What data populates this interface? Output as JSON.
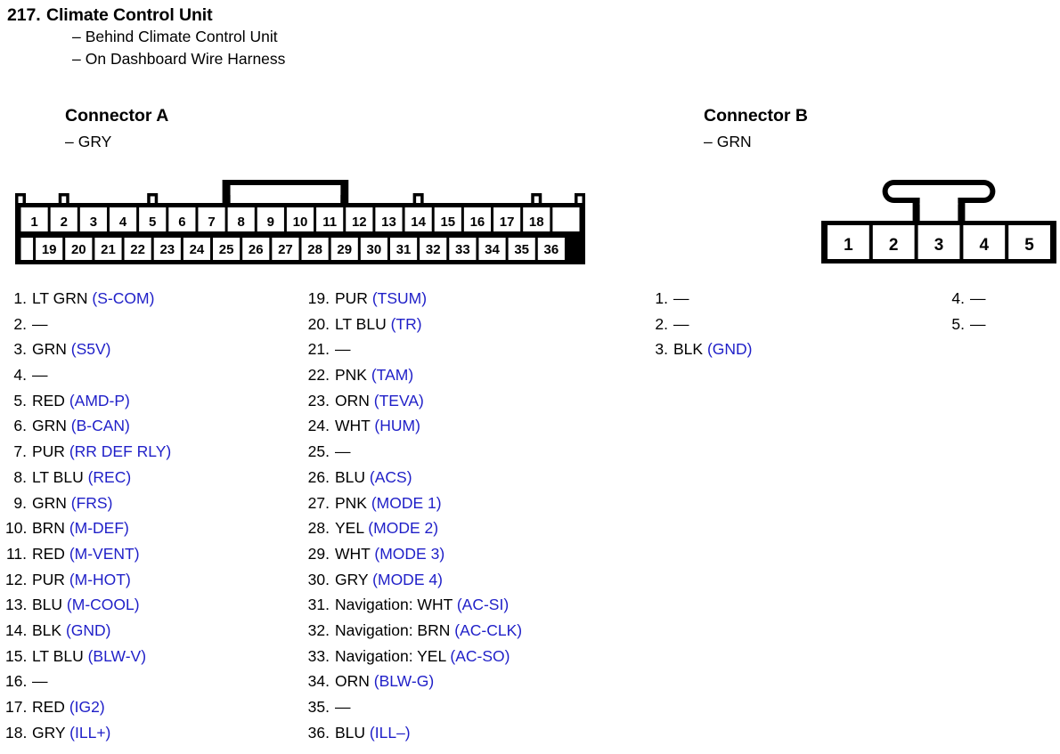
{
  "header": {
    "number": "217.",
    "title": "Climate Control Unit",
    "bullets": [
      {
        "dash": "–",
        "text": "Behind Climate Control Unit"
      },
      {
        "dash": "–",
        "text": "On Dashboard Wire Harness"
      }
    ]
  },
  "colors": {
    "signal_blue": "#1f1fc8",
    "wire_black": "#000000",
    "background": "#ffffff"
  },
  "connector_a": {
    "heading": "Connector A",
    "dash": "–",
    "color_code": "GRY",
    "top_row_pins": [
      "1",
      "2",
      "3",
      "4",
      "5",
      "6",
      "7",
      "8",
      "9",
      "10",
      "11",
      "12",
      "13",
      "14",
      "15",
      "16",
      "17",
      "18"
    ],
    "bottom_row_pins": [
      "19",
      "20",
      "21",
      "22",
      "23",
      "24",
      "25",
      "26",
      "27",
      "28",
      "29",
      "30",
      "31",
      "32",
      "33",
      "34",
      "35",
      "36"
    ],
    "latch_span_pins": [
      "8",
      "9",
      "10",
      "11"
    ],
    "pins": [
      {
        "n": "1.",
        "wire": "LT GRN",
        "sig": "(S-COM)"
      },
      {
        "n": "2.",
        "wire": "—",
        "sig": ""
      },
      {
        "n": "3.",
        "wire": "GRN",
        "sig": "(S5V)"
      },
      {
        "n": "4.",
        "wire": "—",
        "sig": ""
      },
      {
        "n": "5.",
        "wire": "RED",
        "sig": "(AMD-P)"
      },
      {
        "n": "6.",
        "wire": "GRN",
        "sig": "(B-CAN)"
      },
      {
        "n": "7.",
        "wire": "PUR",
        "sig": "(RR DEF RLY)"
      },
      {
        "n": "8.",
        "wire": "LT BLU",
        "sig": "(REC)"
      },
      {
        "n": "9.",
        "wire": "GRN",
        "sig": "(FRS)"
      },
      {
        "n": "10.",
        "wire": "BRN",
        "sig": "(M-DEF)"
      },
      {
        "n": "11.",
        "wire": "RED",
        "sig": "(M-VENT)"
      },
      {
        "n": "12.",
        "wire": "PUR",
        "sig": "(M-HOT)"
      },
      {
        "n": "13.",
        "wire": "BLU",
        "sig": "(M-COOL)"
      },
      {
        "n": "14.",
        "wire": "BLK",
        "sig": "(GND)"
      },
      {
        "n": "15.",
        "wire": "LT BLU",
        "sig": "(BLW-V)"
      },
      {
        "n": "16.",
        "wire": "—",
        "sig": ""
      },
      {
        "n": "17.",
        "wire": "RED",
        "sig": "(IG2)"
      },
      {
        "n": "18.",
        "wire": "GRY",
        "sig": "(ILL+)"
      }
    ],
    "pins_col2": [
      {
        "n": "19.",
        "prefix": "",
        "wire": "PUR",
        "sig": "(TSUM)"
      },
      {
        "n": "20.",
        "prefix": "",
        "wire": "LT BLU",
        "sig": "(TR)"
      },
      {
        "n": "21.",
        "prefix": "",
        "wire": "—",
        "sig": ""
      },
      {
        "n": "22.",
        "prefix": "",
        "wire": "PNK",
        "sig": "(TAM)"
      },
      {
        "n": "23.",
        "prefix": "",
        "wire": "ORN",
        "sig": "(TEVA)"
      },
      {
        "n": "24.",
        "prefix": "",
        "wire": "WHT",
        "sig": "(HUM)"
      },
      {
        "n": "25.",
        "prefix": "",
        "wire": "—",
        "sig": ""
      },
      {
        "n": "26.",
        "prefix": "",
        "wire": "BLU",
        "sig": "(ACS)"
      },
      {
        "n": "27.",
        "prefix": "",
        "wire": "PNK",
        "sig": "(MODE 1)"
      },
      {
        "n": "28.",
        "prefix": "",
        "wire": "YEL",
        "sig": "(MODE 2)"
      },
      {
        "n": "29.",
        "prefix": "",
        "wire": "WHT",
        "sig": "(MODE 3)"
      },
      {
        "n": "30.",
        "prefix": "",
        "wire": "GRY",
        "sig": "(MODE 4)"
      },
      {
        "n": "31.",
        "prefix": "Navigation: ",
        "wire": "WHT",
        "sig": "(AC-SI)"
      },
      {
        "n": "32.",
        "prefix": "Navigation: ",
        "wire": "BRN",
        "sig": "(AC-CLK)"
      },
      {
        "n": "33.",
        "prefix": "Navigation: ",
        "wire": "YEL",
        "sig": "(AC-SO)"
      },
      {
        "n": "34.",
        "prefix": "",
        "wire": "ORN",
        "sig": "(BLW-G)"
      },
      {
        "n": "35.",
        "prefix": "",
        "wire": "—",
        "sig": ""
      },
      {
        "n": "36.",
        "prefix": "",
        "wire": "BLU",
        "sig": "(ILL–)"
      }
    ]
  },
  "connector_b": {
    "heading": "Connector B",
    "dash": "–",
    "color_code": "GRN",
    "row_pins": [
      "1",
      "2",
      "3",
      "4",
      "5"
    ],
    "latch_over_pin": "3",
    "pins_col1": [
      {
        "n": "1.",
        "wire": "—",
        "sig": ""
      },
      {
        "n": "2.",
        "wire": "—",
        "sig": ""
      },
      {
        "n": "3.",
        "wire": "BLK",
        "sig": "(GND)"
      }
    ],
    "pins_col2": [
      {
        "n": "4.",
        "wire": "—",
        "sig": ""
      },
      {
        "n": "5.",
        "wire": "—",
        "sig": ""
      }
    ]
  }
}
